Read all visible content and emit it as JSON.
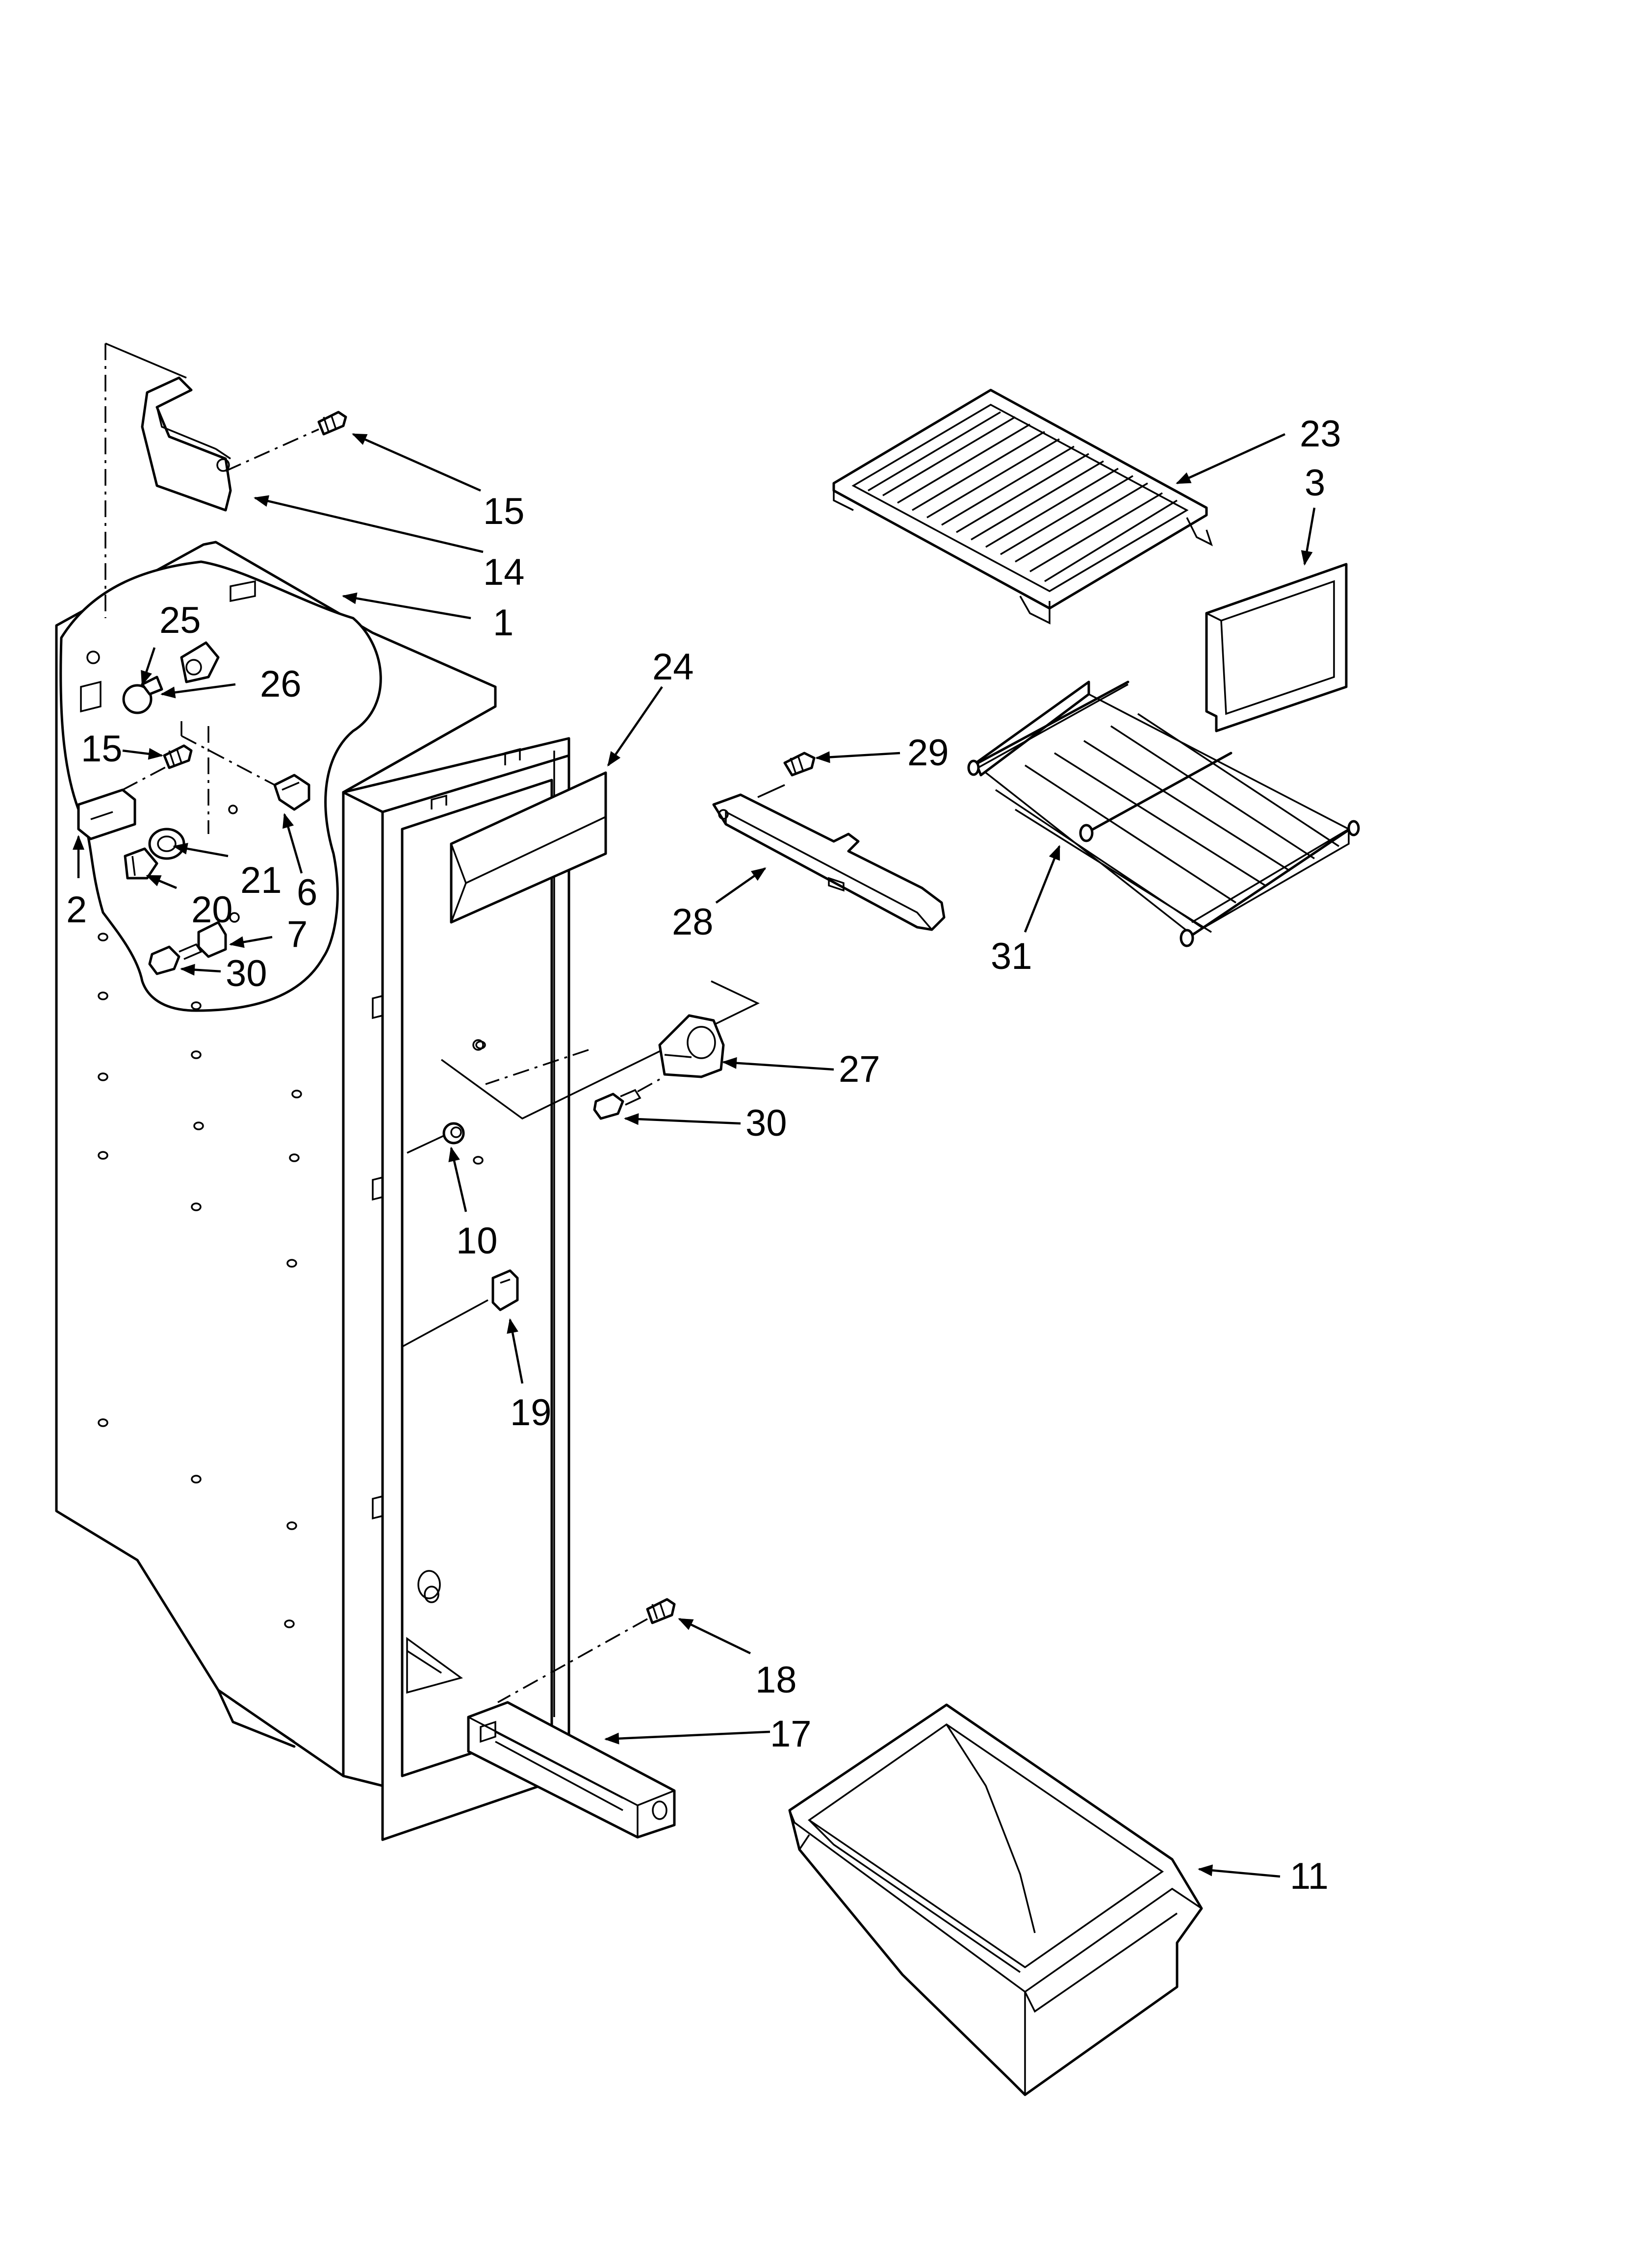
{
  "callouts": {
    "p1": "1",
    "p2": "2",
    "p3": "3",
    "p6": "6",
    "p7": "7",
    "p10": "10",
    "p11": "11",
    "p14": "14",
    "p15a": "15",
    "p15b": "15",
    "p17": "17",
    "p18": "18",
    "p19": "19",
    "p20": "20",
    "p21": "21",
    "p23": "23",
    "p24": "24",
    "p25": "25",
    "p26": "26",
    "p27": "27",
    "p28": "28",
    "p29": "29",
    "p30a": "30",
    "p30b": "30",
    "p31": "31"
  }
}
